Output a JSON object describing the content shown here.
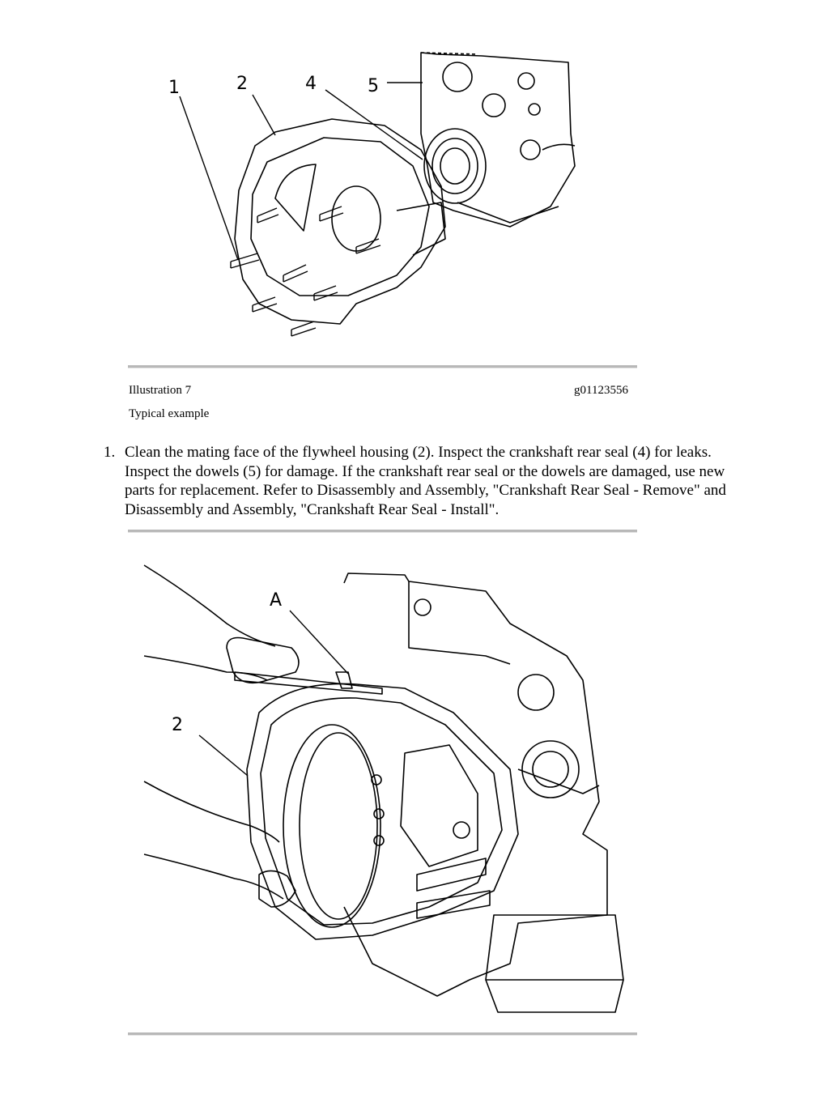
{
  "figure1": {
    "callouts": [
      "1",
      "2",
      "4",
      "5"
    ],
    "caption_label": "Illustration 7",
    "caption_id": "g01123556",
    "caption_note": "Typical example"
  },
  "step": {
    "number": "1.",
    "text": "Clean the mating face of the flywheel housing (2). Inspect the crankshaft rear seal (4) for leaks. Inspect the dowels (5) for damage. If the crankshaft rear seal or the dowels are damaged, use new parts for replacement. Refer to Disassembly and Assembly, \"Crankshaft Rear Seal - Remove\" and Disassembly and Assembly, \"Crankshaft Rear Seal - Install\"."
  },
  "figure2": {
    "callouts": [
      "A",
      "2"
    ]
  }
}
